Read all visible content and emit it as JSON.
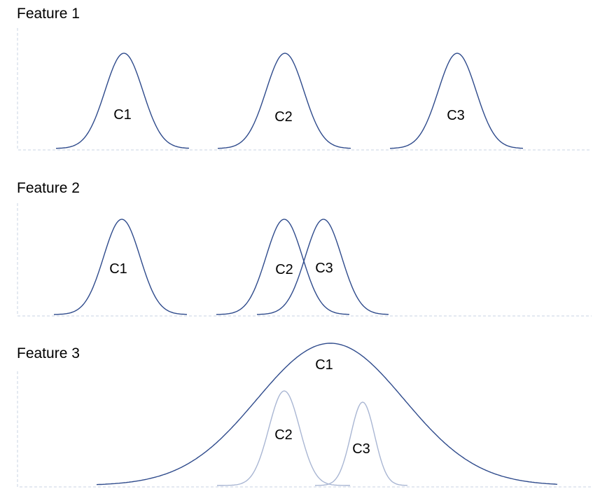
{
  "panels": [
    {
      "title": "Feature 1",
      "curves": [
        {
          "label": "C1",
          "color": "#2f4b8c"
        },
        {
          "label": "C2",
          "color": "#2f4b8c"
        },
        {
          "label": "C3",
          "color": "#2f4b8c"
        }
      ]
    },
    {
      "title": "Feature 2",
      "curves": [
        {
          "label": "C1",
          "color": "#2f4b8c"
        },
        {
          "label": "C2",
          "color": "#2f4b8c"
        },
        {
          "label": "C3",
          "color": "#2f4b8c"
        }
      ]
    },
    {
      "title": "Feature 3",
      "curves": [
        {
          "label": "C1",
          "color": "#2f4b8c"
        },
        {
          "label": "C2",
          "color": "#a9b6d3"
        },
        {
          "label": "C3",
          "color": "#a9b6d3"
        }
      ]
    }
  ]
}
